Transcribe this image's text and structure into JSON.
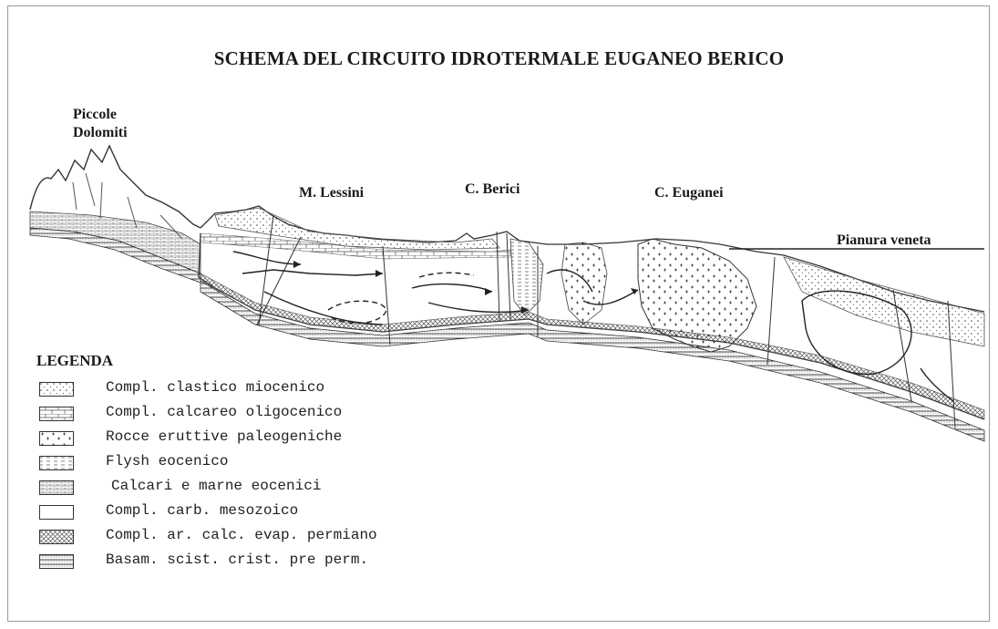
{
  "title": "SCHEMA DEL CIRCUITO IDROTERMALE EUGANEO BERICO",
  "labels": {
    "piccole_dolomiti_line1": "Piccole",
    "piccole_dolomiti_line2": "Dolomiti",
    "lessini": "M. Lessini",
    "berici": "C. Berici",
    "euganei": "C. Euganei",
    "pianura": "Pianura veneta"
  },
  "legend": {
    "title": "LEGENDA",
    "items": [
      {
        "label": "Compl. clastico miocenico",
        "pattern": "dots"
      },
      {
        "label": "Compl. calcareo oligocenico",
        "pattern": "bricks"
      },
      {
        "label": "Rocce eruttive paleogeniche",
        "pattern": "crosses"
      },
      {
        "label": "Flysh eocenico",
        "pattern": "dashes"
      },
      {
        "label": "Calcari e marne eocenici",
        "pattern": "fine-bricks"
      },
      {
        "label": "Compl. carb. mesozoico",
        "pattern": "empty"
      },
      {
        "label": "Compl. ar. calc. evap. permiano",
        "pattern": "cross-hatch"
      },
      {
        "label": "Basam. scist. crist. pre perm.",
        "pattern": "basement"
      }
    ]
  }
}
